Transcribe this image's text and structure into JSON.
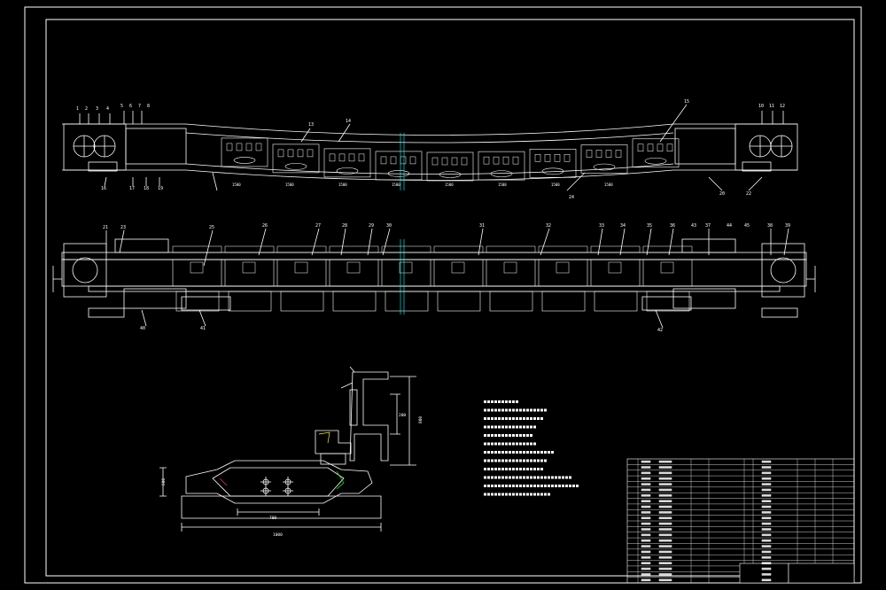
{
  "drawing": {
    "background": "#000000",
    "line_color": "#ffffff",
    "accent_colors": {
      "cyan": "#00ffff",
      "yellow": "#ffff00",
      "green": "#00ff00",
      "red": "#ff3333"
    }
  },
  "top_view": {
    "callouts": [
      "1",
      "2",
      "3",
      "4",
      "5",
      "6",
      "7",
      "8",
      "10",
      "11",
      "12",
      "13",
      "14",
      "15",
      "16",
      "17",
      "18",
      "19",
      "20",
      "22",
      "24"
    ],
    "dims": [
      "1500",
      "1500",
      "1500",
      "1500",
      "1500",
      "1500",
      "1500",
      "1500"
    ]
  },
  "side_view": {
    "callouts": [
      "21",
      "23",
      "25",
      "26",
      "27",
      "28",
      "29",
      "30",
      "31",
      "32",
      "33",
      "34",
      "35",
      "36",
      "37",
      "38",
      "39",
      "40",
      "41",
      "42",
      "43",
      "44",
      "45"
    ]
  },
  "section": {
    "dims": [
      "1000",
      "700",
      "800",
      "600",
      "200"
    ]
  },
  "tech_notes": {
    "lines": [
      "",
      "",
      "",
      "",
      "",
      "",
      "",
      "",
      "",
      "",
      "",
      ""
    ]
  },
  "title_block": {
    "rows": 22,
    "cols": 8
  }
}
